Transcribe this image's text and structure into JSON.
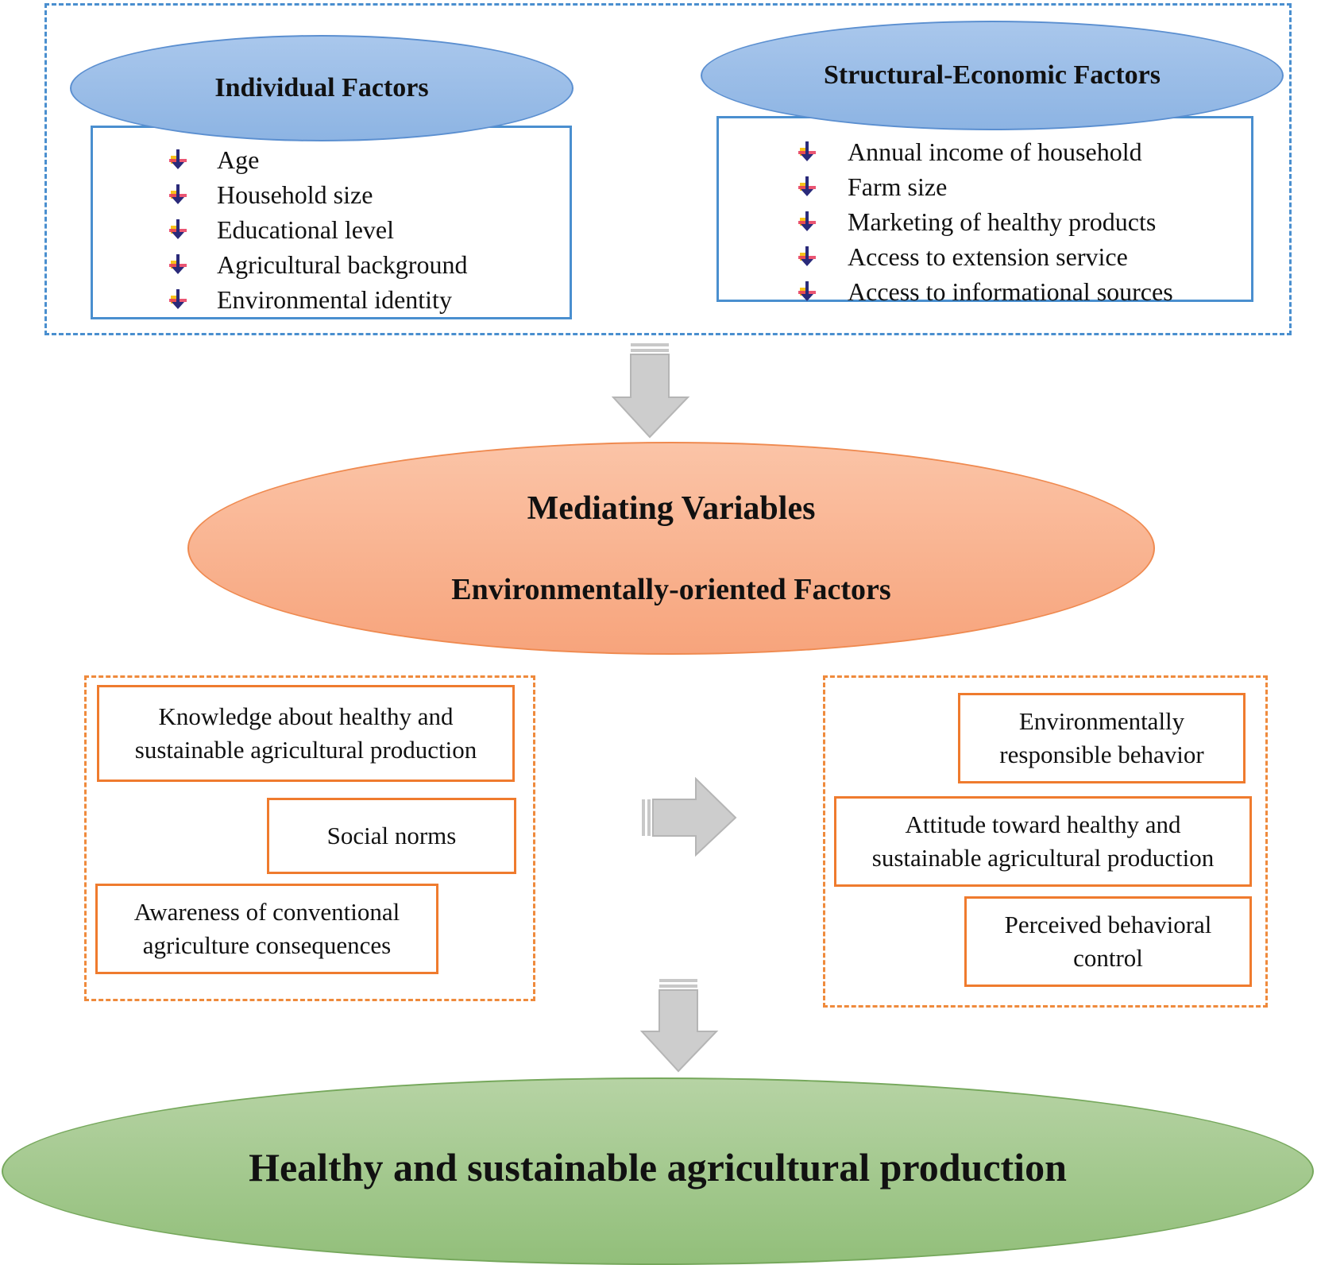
{
  "individual": {
    "title": "Individual Factors",
    "items": [
      "Age",
      "Household size",
      "Educational level",
      "Agricultural background",
      "Environmental identity"
    ]
  },
  "structural": {
    "title": "Structural-Economic Factors",
    "items": [
      "Annual income of household",
      "Farm size",
      "Marketing of healthy products",
      "Access to extension service",
      "Access to informational sources"
    ]
  },
  "mediating": {
    "title": "Mediating Variables",
    "subtitle": "Environmentally-oriented Factors"
  },
  "left_group": {
    "knowledge": "Knowledge about healthy and sustainable agricultural production",
    "social_norms": "Social norms",
    "awareness": "Awareness of conventional agriculture consequences"
  },
  "right_group": {
    "environmental_behavior": "Environmentally responsible behavior",
    "attitude": "Attitude toward healthy and sustainable agricultural production",
    "perceived_control": "Perceived behavioral control"
  },
  "outcome": {
    "title": "Healthy and sustainable agricultural production"
  },
  "colors": {
    "blue_border": "#4a8fcf",
    "orange_border": "#ef7b2e",
    "arrow": "#c8c8c8"
  }
}
